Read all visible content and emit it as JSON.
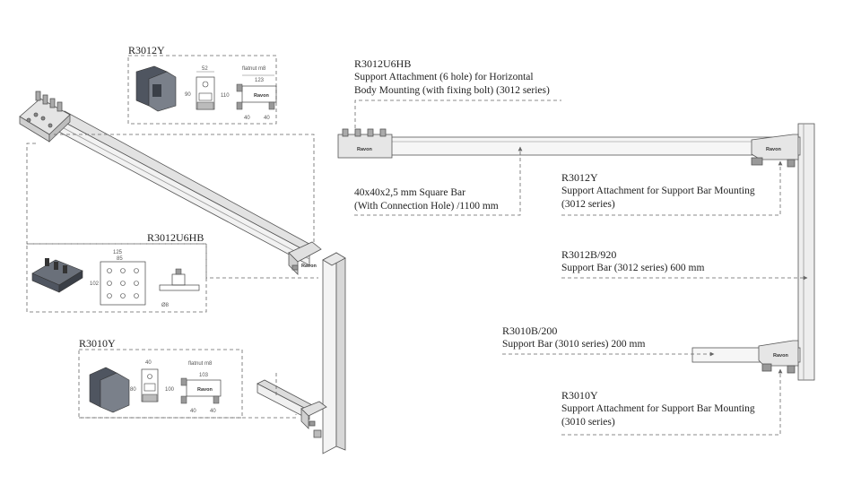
{
  "colors": {
    "line": "#555555",
    "steel_light": "#eeeeee",
    "steel_mid": "#cfcfcf",
    "steel_dark": "#7a7a7a",
    "bracket_dark": "#4f5560",
    "dash": "#666666"
  },
  "left_assembly": {
    "r3012y_box": {
      "code": "R3012Y",
      "dims": {
        "width": "52",
        "height": "90",
        "flatnut": "flatnut m8",
        "length": "123",
        "side_height": "110",
        "spacing_left": "40",
        "spacing_right": "40"
      }
    },
    "r3012u6hb_box": {
      "code": "R3012U6HB",
      "dims": {
        "top_a": "125",
        "top_b": "85",
        "side": "102",
        "dia": "Ø8"
      }
    },
    "r3010y_box": {
      "code": "R3010Y",
      "dims": {
        "width": "40",
        "height": "80",
        "flatnut": "flatnut m8",
        "length": "103",
        "side_height": "100",
        "spacing_left": "40",
        "spacing_right": "40"
      }
    },
    "brand": "Ravon"
  },
  "right_diagram": {
    "labels": {
      "r3012u6hb": {
        "code": "R3012U6HB",
        "lines": [
          "Support Attachment  (6 hole) for Horizontal",
          "Body Mounting (with fixing bolt) (3012 series)"
        ]
      },
      "square_bar": {
        "lines": [
          "40x40x2,5 mm Square Bar",
          "(With Connection Hole) /1100 mm"
        ]
      },
      "r3012y": {
        "code": "R3012Y",
        "lines": [
          "Support Attachment for Support Bar Mounting",
          "(3012 series)"
        ]
      },
      "r3012b920": {
        "code": "R3012B/920",
        "lines": [
          "Support Bar (3012 series) 600 mm"
        ]
      },
      "r3010b200": {
        "code": "R3010B/200",
        "lines": [
          "Support Bar (3010 series) 200 mm"
        ]
      },
      "r3010y": {
        "code": "R3010Y",
        "lines": [
          "Support Attachment for Support Bar Mounting",
          "(3010 series)"
        ]
      }
    },
    "brand": "Ravon"
  }
}
